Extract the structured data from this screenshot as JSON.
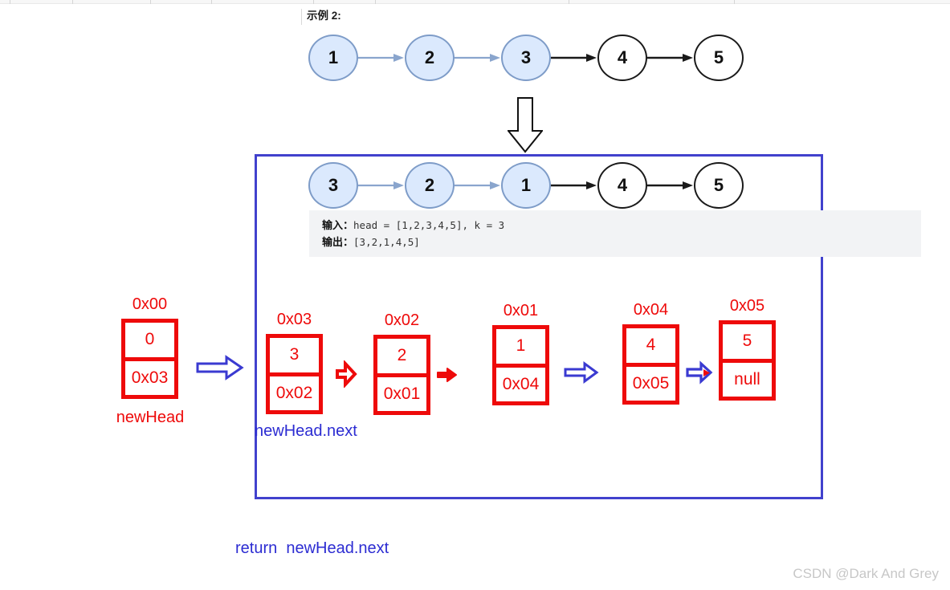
{
  "example_label": "示例 2:",
  "top_list": {
    "nodes": [
      {
        "value": "1",
        "variant": "blue"
      },
      {
        "value": "2",
        "variant": "blue"
      },
      {
        "value": "3",
        "variant": "blue"
      },
      {
        "value": "4",
        "variant": "plain"
      },
      {
        "value": "5",
        "variant": "plain"
      }
    ]
  },
  "boxed_list": {
    "nodes": [
      {
        "value": "3",
        "variant": "blue"
      },
      {
        "value": "2",
        "variant": "blue"
      },
      {
        "value": "1",
        "variant": "blue"
      },
      {
        "value": "4",
        "variant": "plain"
      },
      {
        "value": "5",
        "variant": "plain"
      }
    ]
  },
  "io_panel": {
    "input_label": "输入：",
    "input_value": "head = [1,2,3,4,5], k = 3",
    "output_label": "输出：",
    "output_value": "[3,2,1,4,5]"
  },
  "memory": {
    "nodes": [
      {
        "address": "0x00",
        "value": "0",
        "next": "0x03"
      },
      {
        "address": "0x03",
        "value": "3",
        "next": "0x02"
      },
      {
        "address": "0x02",
        "value": "2",
        "next": "0x01"
      },
      {
        "address": "0x01",
        "value": "1",
        "next": "0x04"
      },
      {
        "address": "0x04",
        "value": "4",
        "next": "0x05"
      },
      {
        "address": "0x05",
        "value": "5",
        "next": "null"
      }
    ],
    "captions": {
      "new_head": "newHead",
      "new_head_next": "newHead.next"
    }
  },
  "footer": {
    "return_text": "return  newHead.next"
  },
  "watermark": "CSDN @Dark And Grey",
  "colors": {
    "red": "#ee0a0a",
    "blue_accent": "#3a3ad1",
    "blue_text": "#2c2cd2",
    "frame_blue": "#4141cd",
    "node_fill": "#dbe9fd",
    "node_stroke": "#7e9cc8",
    "panel_bg": "#f2f3f5"
  }
}
